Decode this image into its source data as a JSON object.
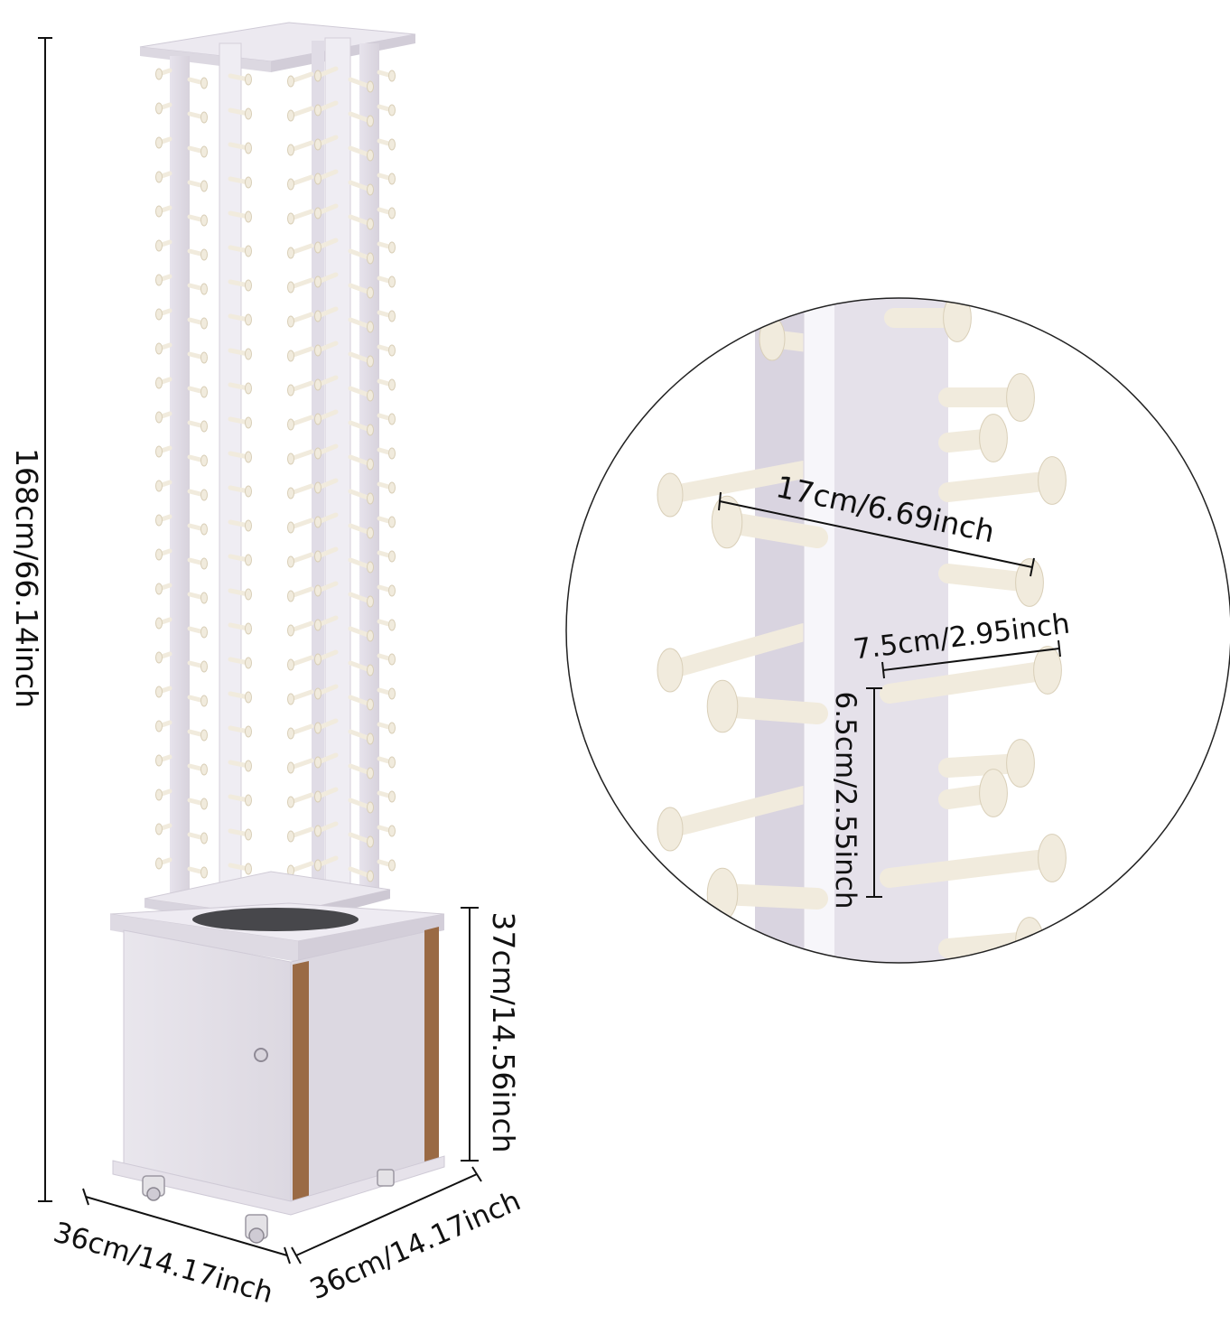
{
  "dimensions": {
    "height_total": "168cm/66.14inch",
    "cabinet_height": "37cm/14.56inch",
    "base_width_left": "36cm/14.17inch",
    "base_width_right": "36cm/14.17inch",
    "peg_span": "17cm/6.69inch",
    "peg_length": "7.5cm/2.95inch",
    "peg_spacing": "6.5cm/2.55inch"
  },
  "colors": {
    "background": "#ffffff",
    "cabinet_white": "#ebe8ee",
    "cabinet_shadow": "#d9d5dd",
    "wood_strip": "#9a6a44",
    "peg_cream": "#f1ebdd",
    "line": "#111111"
  }
}
